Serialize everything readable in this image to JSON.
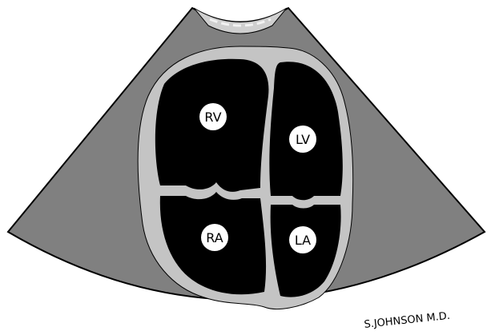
{
  "colors": {
    "sector_fill": "#808080",
    "sector_stroke": "#000000",
    "transducer_band": "#cfcfcf",
    "transducer_stripe": "#f2f2f2",
    "myocardium": "#c4c4c4",
    "chamber_fill": "#000000",
    "label_circle": "#ffffff",
    "label_text": "#000000"
  },
  "chambers": {
    "rv": "RV",
    "lv": "LV",
    "ra": "RA",
    "la": "LA"
  },
  "signature": "S.JOHNSON M.D."
}
